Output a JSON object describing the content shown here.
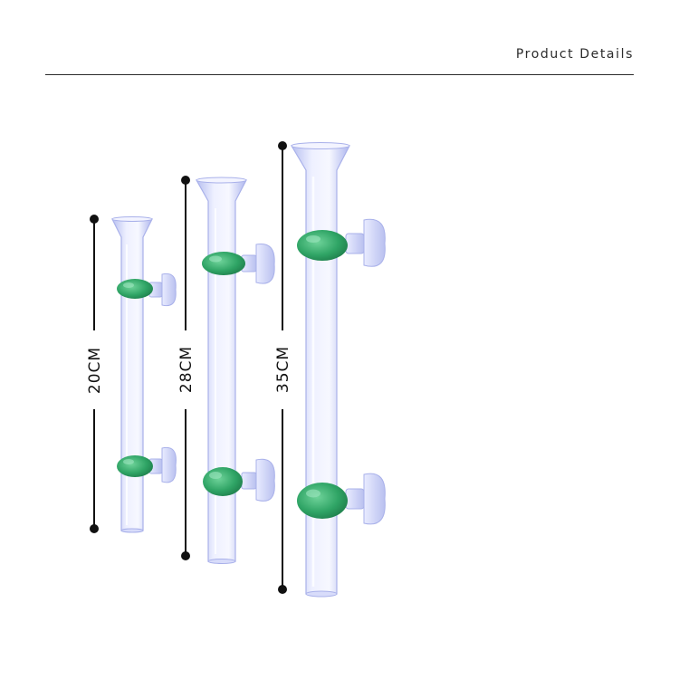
{
  "header": {
    "title": "Product Details"
  },
  "products": [
    {
      "length_label": "20CM",
      "tube": "clear-tube-20cm"
    },
    {
      "length_label": "28CM",
      "tube": "clear-tube-28cm"
    },
    {
      "length_label": "35CM",
      "tube": "clear-tube-35cm"
    }
  ],
  "colors": {
    "tube": "#c7cdf4",
    "clip": "#35a86a",
    "suction_cup": "#d5d9f7",
    "text": "#111111"
  }
}
